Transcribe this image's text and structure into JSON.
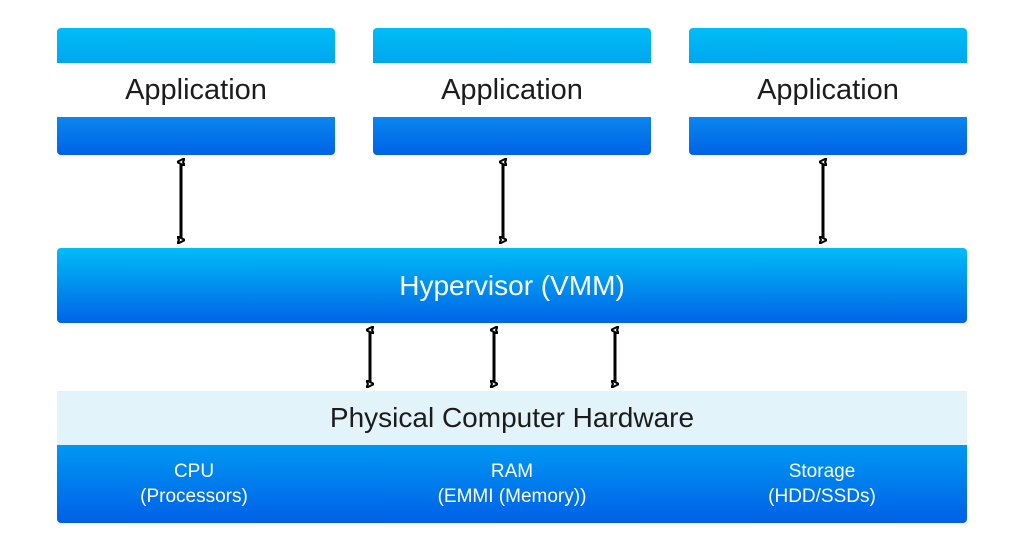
{
  "applications": [
    {
      "label": "Application"
    },
    {
      "label": "Application"
    },
    {
      "label": "Application"
    }
  ],
  "hypervisor": {
    "label": "Hypervisor (VMM)"
  },
  "hardware": {
    "title": "Physical Computer Hardware",
    "components": [
      {
        "name": "CPU",
        "detail": "(Processors)"
      },
      {
        "name": "RAM",
        "detail": "(EMMI (Memory))"
      },
      {
        "name": "Storage",
        "detail": "(HDD/SSDs)"
      }
    ]
  },
  "colors": {
    "light_blue": "#00bdf7",
    "dark_blue": "#0062e6",
    "hardware_band": "#e2f3fa",
    "arrow": "#000000"
  }
}
